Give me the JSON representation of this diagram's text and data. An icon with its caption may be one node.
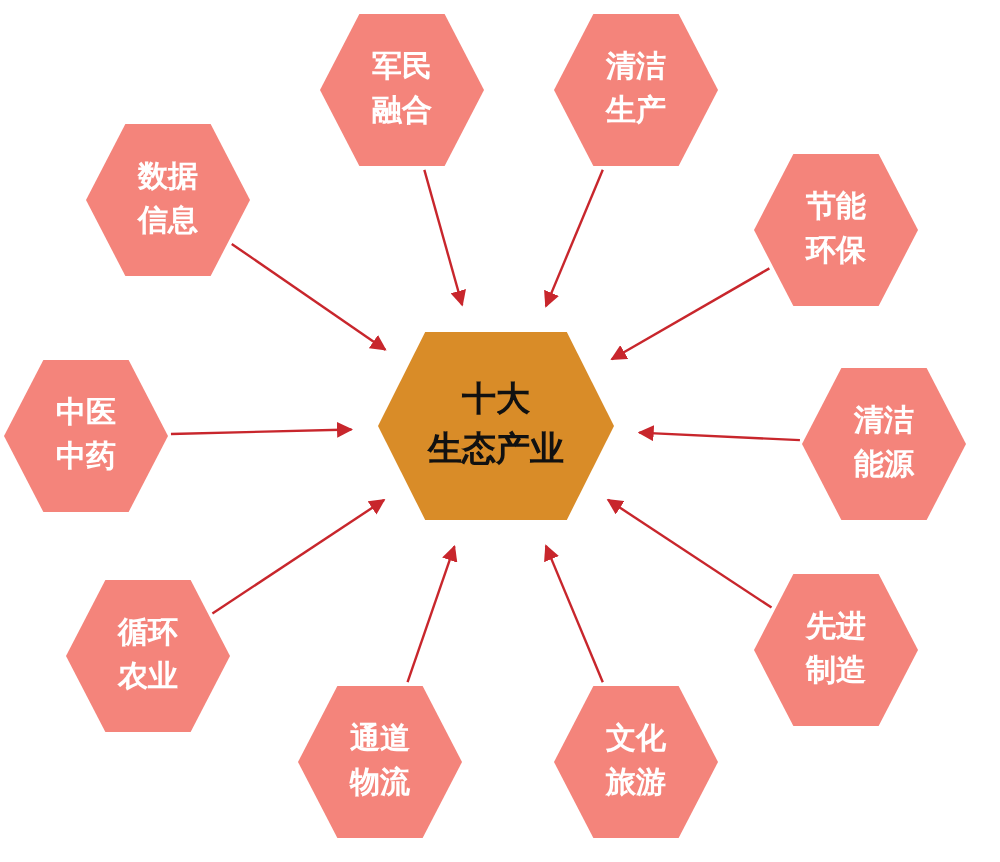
{
  "diagram": {
    "nodes": [
      {
        "text": [
          "十大生态产业"
        ]
      },
      {
        "text": [
          "军民融合"
        ]
      },
      {
        "text": [
          "清洁生产"
        ]
      },
      {
        "text": [
          "数据信息"
        ]
      },
      {
        "text": [
          "节能环保"
        ]
      },
      {
        "text": [
          "中医中药"
        ]
      },
      {
        "text": [
          "清洁能源"
        ]
      },
      {
        "text": [
          "循环农业"
        ]
      },
      {
        "text": [
          "先进制造"
        ]
      },
      {
        "text": [
          "通道物流"
        ]
      },
      {
        "text": [
          "文化旅游"
        ]
      }
    ],
    "edges": [
      {
        "from": 1,
        "to": 0,
        "arrow": "to"
      },
      {
        "from": 2,
        "to": 0,
        "arrow": "to"
      },
      {
        "from": 3,
        "to": 0,
        "arrow": "to"
      },
      {
        "from": 4,
        "to": 0,
        "arrow": "to"
      },
      {
        "from": 5,
        "to": 0,
        "arrow": "to"
      },
      {
        "from": 6,
        "to": 0,
        "arrow": "to"
      },
      {
        "from": 7,
        "to": 0,
        "arrow": "to"
      },
      {
        "from": 8,
        "to": 0,
        "arrow": "to"
      },
      {
        "from": 9,
        "to": 0,
        "arrow": "to"
      },
      {
        "from": 10,
        "to": 0,
        "arrow": "to"
      }
    ]
  }
}
